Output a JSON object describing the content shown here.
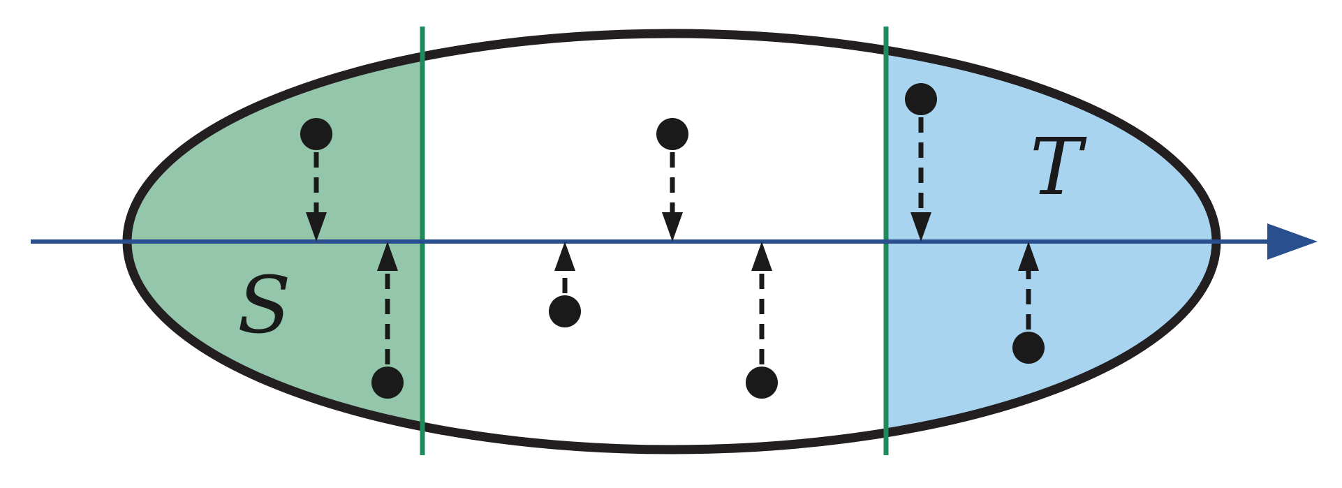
{
  "labels": {
    "left_region": "S",
    "right_region": "T"
  },
  "colors": {
    "ellipse_stroke": "#231f20",
    "left_region_fill": "#93c6ab",
    "right_region_fill": "#a8d4f0",
    "divider": "#1f8a5c",
    "axis": "#2a4f8e",
    "points": "#1a1a1a"
  },
  "points": [
    {
      "side": "above",
      "region": "S"
    },
    {
      "side": "below",
      "region": "S"
    },
    {
      "side": "below",
      "region": "middle"
    },
    {
      "side": "above",
      "region": "middle"
    },
    {
      "side": "below",
      "region": "middle"
    },
    {
      "side": "above",
      "region": "T"
    },
    {
      "side": "below",
      "region": "T"
    }
  ]
}
